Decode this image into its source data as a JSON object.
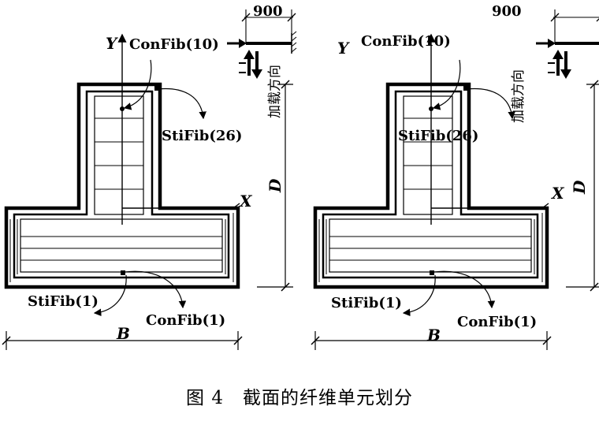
{
  "caption": "图 4　截面的纤维单元划分",
  "labels": {
    "confib_top": "ConFib(10)",
    "stifib_top": "StiFib(26)",
    "stifib_bottom": "StiFib(1)",
    "confib_bottom": "ConFib(1)",
    "axis_y": "Y",
    "axis_x": "X",
    "dim_b": "B",
    "dim_d": "D",
    "dim_900": "900",
    "load_direction": "加载方向"
  }
}
